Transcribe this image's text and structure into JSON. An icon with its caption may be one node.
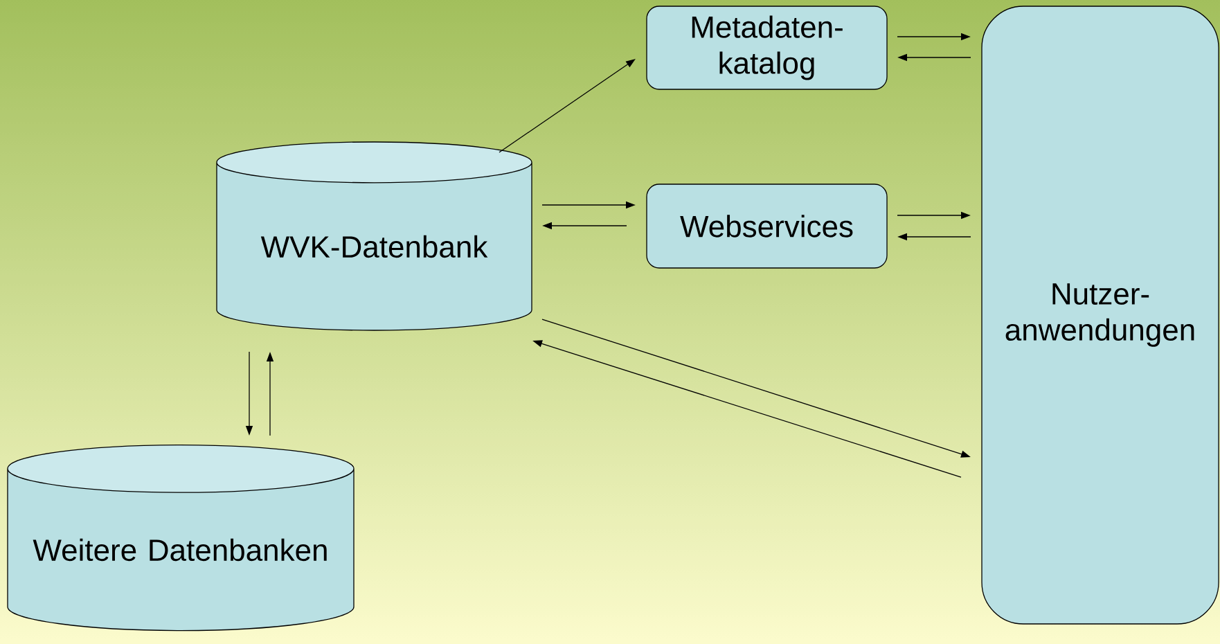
{
  "diagram": {
    "nodes": [
      {
        "text": [
          "WVK-Datenbank"
        ]
      },
      {
        "text": [
          "Metadaten- katalog"
        ]
      },
      {
        "text": [
          "Webservices"
        ]
      },
      {
        "text": [
          "Nutzer- anwendungen"
        ]
      },
      {
        "text": [
          "Weitere Datenbanken"
        ]
      }
    ],
    "edges": [
      {
        "from": 0,
        "to": 1,
        "arrow": "to"
      },
      {
        "from": 0,
        "to": 2,
        "arrow": "to"
      },
      {
        "from": 2,
        "to": 0,
        "arrow": "to"
      },
      {
        "from": 1,
        "to": 3,
        "arrow": "to"
      },
      {
        "from": 3,
        "to": 1,
        "arrow": "to"
      },
      {
        "from": 2,
        "to": 3,
        "arrow": "to"
      },
      {
        "from": 3,
        "to": 2,
        "arrow": "to"
      },
      {
        "from": 0,
        "to": 3,
        "arrow": "to"
      },
      {
        "from": 3,
        "to": 0,
        "arrow": "to"
      },
      {
        "from": 0,
        "to": 4,
        "arrow": "to"
      },
      {
        "from": 4,
        "to": 0,
        "arrow": "to"
      }
    ]
  }
}
